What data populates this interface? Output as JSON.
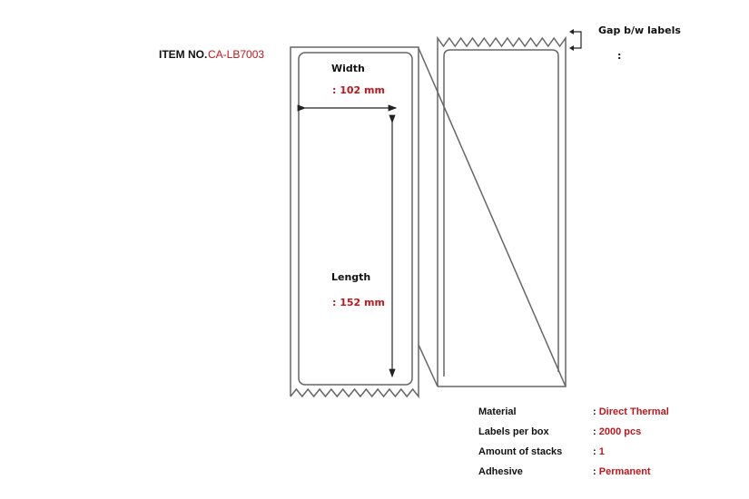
{
  "item": {
    "label": "ITEM NO.",
    "number": "CA-LB7003"
  },
  "diagram": {
    "width_label": "Width",
    "width_value": ": 102 mm",
    "length_label": "Length",
    "length_value": ": 152 mm",
    "gap_label": "Gap b/w labels",
    "gap_value": ":"
  },
  "specs": [
    {
      "label": "Material",
      "value": "Direct Thermal"
    },
    {
      "label": "Labels per box",
      "value": "2000 pcs"
    },
    {
      "label": "Amount of stacks",
      "value": "1"
    },
    {
      "label": "Adhesive",
      "value": "Permanent"
    }
  ],
  "colors": {
    "accent": "#c0161c",
    "line": "#555555"
  }
}
